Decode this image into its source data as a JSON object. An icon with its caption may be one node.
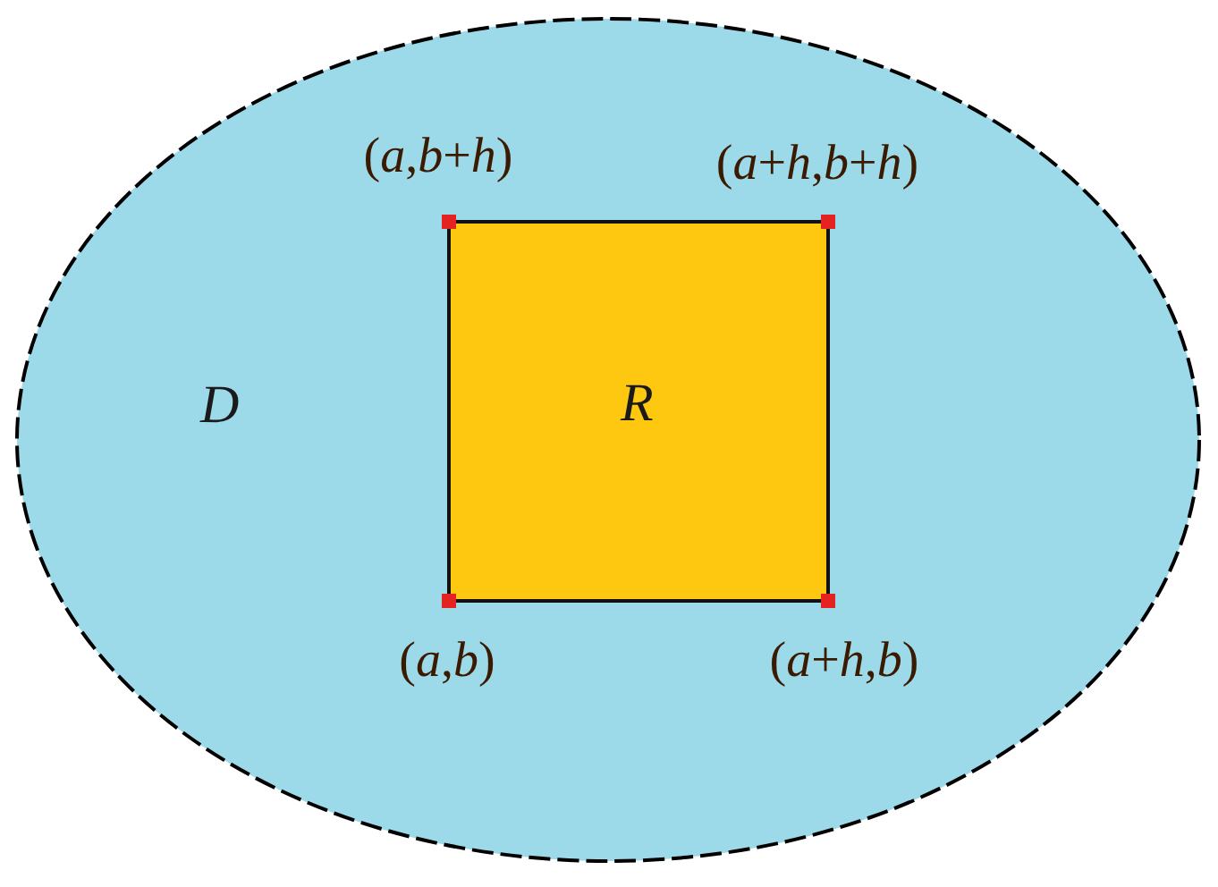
{
  "diagram": {
    "nodes": [
      {
        "text": [
          "D"
        ]
      },
      {
        "text": [
          "R"
        ],
        "in": 0
      }
    ],
    "labels": [
      "(*a*,*b*+*h*)",
      "(*a*+*h*,*b*+*h*)",
      "(*a*,*b*)",
      "(*a*+*h*,*b*)"
    ]
  }
}
